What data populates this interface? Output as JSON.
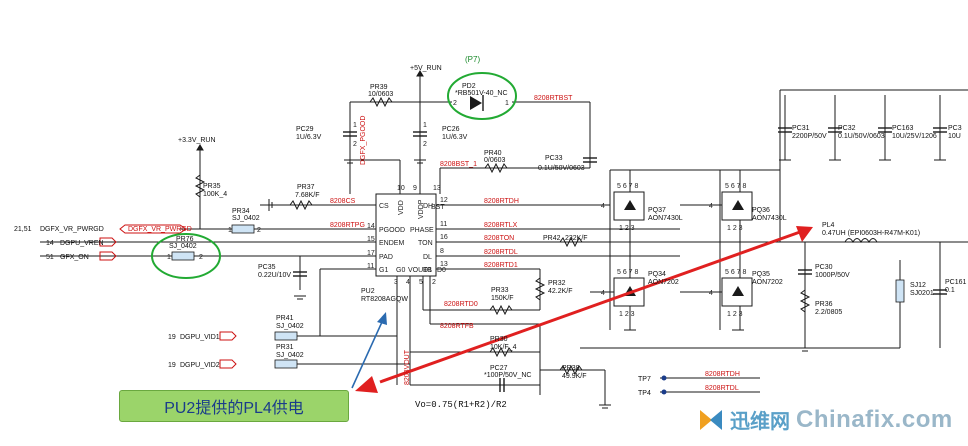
{
  "ic": {
    "ref": "PU2",
    "part": "RT8208AGQW",
    "pins_left": [
      {
        "name": "CS",
        "num": ""
      },
      {
        "name": "PGOOD",
        "num": "14"
      },
      {
        "name": "ENDEM",
        "num": "15"
      },
      {
        "name": "PAD",
        "num": "17"
      },
      {
        "name": "G1",
        "num": "11"
      }
    ],
    "pins_right": [
      {
        "name": "DH",
        "num": "12"
      },
      {
        "name": "PHASE",
        "num": "11"
      },
      {
        "name": "TON",
        "num": "16"
      },
      {
        "name": "DL",
        "num": "8"
      },
      {
        "name": "D1",
        "num": "13"
      }
    ],
    "pins_top": [
      "VDD",
      "VDDP",
      "BST"
    ],
    "pins_top_nums": [
      "10",
      "9",
      "13"
    ],
    "pins_bottom": [
      "G0",
      "VOUT",
      "FB",
      "D0"
    ],
    "pins_bottom_nums": [
      "3",
      "4",
      "5",
      "2"
    ]
  },
  "nets": {
    "cs": "8208CS",
    "rtpg": "8208RTPG",
    "rtdh": "8208RTDH",
    "rtlx": "8208RTLX",
    "ton": "8208TON",
    "rtdl": "8208RTDL",
    "rtd1": "8208RTD1",
    "rtd0": "8208RTD0",
    "rtfb": "8208RTFB",
    "rtbst": "8208RTBST",
    "bst1": "8208BST_1",
    "dgfx_pwrgd": "DGFX_VR_PWRGD",
    "vout": "8208VOUT",
    "gfx_on": "GFX_ON",
    "dgfx_pgood": "DGFX_PGOOD"
  },
  "power": {
    "run5": "+5V_RUN",
    "run33": "+3.3V_RUN"
  },
  "components": {
    "pr39": {
      "ref": "PR39",
      "val": "10/0603"
    },
    "pd2": {
      "ref": "PD2",
      "val": "*RB501V-40_NC",
      "tag": "(P7)"
    },
    "pc29": {
      "ref": "PC29",
      "val": "1U/6.3V"
    },
    "pc26": {
      "ref": "PC26",
      "val": "1U/6.3V"
    },
    "pr40": {
      "ref": "PR40",
      "val": "0/0603"
    },
    "pc33": {
      "ref": "PC33",
      "val": "0.1U/50V/0603"
    },
    "pr35": {
      "ref": "PR35",
      "val": "100K_4"
    },
    "pr37": {
      "ref": "PR37",
      "val": "7.68K/F"
    },
    "pr34": {
      "ref": "PR34",
      "val": "SJ_0402"
    },
    "pr76": {
      "ref": "PR76",
      "val": "SJ_0402"
    },
    "pc35": {
      "ref": "PC35",
      "val": "0.22U/10V"
    },
    "pr42": {
      "ref": "PR42",
      "val": "232K/F"
    },
    "pr32": {
      "ref": "PR32",
      "val": "42.2K/F"
    },
    "pr33": {
      "ref": "PR33",
      "val": "150K/F"
    },
    "pr41": {
      "ref": "PR41",
      "val": "SJ_0402"
    },
    "pr31": {
      "ref": "PR31",
      "val": "SJ_0402"
    },
    "pr30": {
      "ref": "PR30",
      "val": "10K/F_4"
    },
    "pc27": {
      "ref": "PC27",
      "val": "*100P/50V_NC"
    },
    "pr38": {
      "ref": "PR38",
      "val": "49.9K/F"
    },
    "pq37": {
      "ref": "PQ37",
      "val": "AON7430L"
    },
    "pq36": {
      "ref": "PQ36",
      "val": "AON7430L"
    },
    "pq34": {
      "ref": "PQ34",
      "val": "AON7202"
    },
    "pq35": {
      "ref": "PQ35",
      "val": "AON7202"
    },
    "pl4": {
      "ref": "PL4",
      "val": "0.47UH (EPI0603H-R47M-K01)"
    },
    "pc30": {
      "ref": "PC30",
      "val": "1000P/50V"
    },
    "pr36": {
      "ref": "PR36",
      "val": "2.2/0805"
    },
    "sj12": {
      "ref": "SJ12",
      "val": "SJ0201"
    },
    "pc31": {
      "ref": "PC31",
      "val": "2200P/50V"
    },
    "pc32": {
      "ref": "PC32",
      "val": "0.1U/50V/0603"
    },
    "pc163": {
      "ref": "PC163",
      "val": "10U/25V/1206"
    },
    "pc3x": {
      "ref": "PC3",
      "val": "10U"
    },
    "pc161": {
      "ref": "PC161",
      "val": "0.1"
    }
  },
  "ports_left": [
    {
      "sheet": "21,51",
      "name": "DGFX_VR_PWRGD"
    },
    {
      "sheet": "14",
      "name": "DGPU_VREN"
    },
    {
      "sheet": "51",
      "name": "GFX_ON"
    },
    {
      "sheet": "19",
      "name": "DGPU_VID1"
    },
    {
      "sheet": "19",
      "name": "DGPU_VID2"
    }
  ],
  "testpoints": [
    {
      "ref": "TP7",
      "net": "8208RTDH"
    },
    {
      "ref": "TP4",
      "net": "8208RTDL"
    }
  ],
  "pin_numbers": {
    "c_top": "1",
    "c_bot": "2",
    "mos_g": "4",
    "mos_d": "5 6 7 8",
    "mos_s": "1 2 3",
    "pd2_a": "2",
    "pd2_k": "1"
  },
  "formula": "Vo=0.75(R1+R2)/R2",
  "callout": "PU2提供的PL4供电",
  "watermark": {
    "cn": "迅维网",
    "en": "Chinafix.com"
  },
  "colors": {
    "wire": "#1a1a1a",
    "net": "#cc1111",
    "arrow": "#e02020",
    "highlight": "#22aa33",
    "callout_bg": "#9bd46a"
  }
}
